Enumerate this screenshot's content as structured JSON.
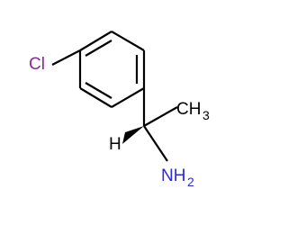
{
  "molecule": {
    "atoms": {
      "cl": {
        "symbol": "Cl",
        "color": "#8a2a9a"
      },
      "ch3": {
        "symbol": "CH",
        "subscript": "3",
        "color": "#000000"
      },
      "h": {
        "symbol": "H",
        "color": "#000000"
      },
      "nh2": {
        "symbol": "NH",
        "subscript": "2",
        "color": "#2c2ccf"
      }
    },
    "colors": {
      "bond": "#000000"
    }
  }
}
